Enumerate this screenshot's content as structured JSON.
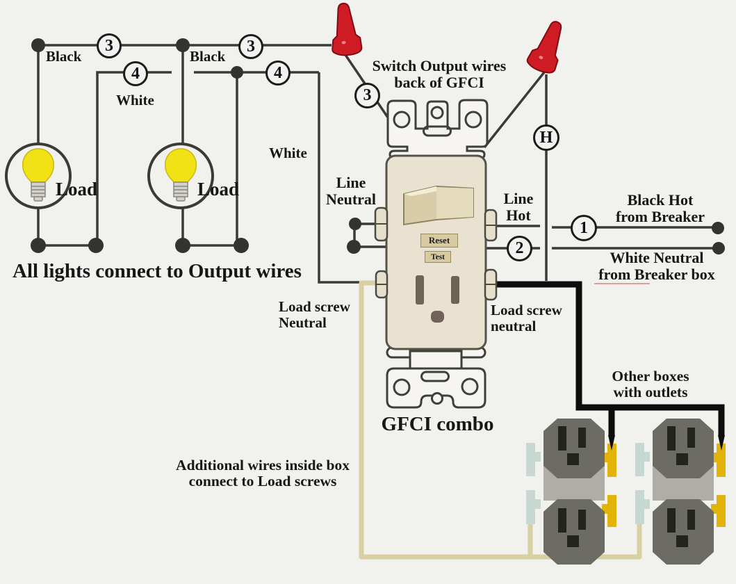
{
  "labels": {
    "black_left": "Black",
    "black_mid": "Black",
    "white_left": "White",
    "white_mid": "White",
    "load_left": "Load",
    "load_right": "Load",
    "all_lights": "All lights connect to Output wires",
    "switch_output_1": "Switch Output wires",
    "switch_output_2": "back of GFCI",
    "line_neutral_1": "Line",
    "line_neutral_2": "Neutral",
    "line_hot_1": "Line",
    "line_hot_2": "Hot",
    "black_hot_1": "Black Hot",
    "black_hot_2": "from Breaker",
    "white_neutral_1": "White Neutral",
    "white_neutral_2": "from Breaker box",
    "load_screw_left_1": "Load screw",
    "load_screw_left_2": "Neutral",
    "load_screw_right_1": "Load screw",
    "load_screw_right_2": "neutral",
    "gfci_combo": "GFCI combo",
    "additional_1": "Additional wires inside box",
    "additional_2": "connect to Load screws",
    "other_boxes_1": "Other boxes",
    "other_boxes_2": "with outlets"
  },
  "badges": {
    "three_left": "3",
    "four_left": "4",
    "three_mid": "3",
    "four_mid": "4",
    "three_gfci": "3",
    "hot": "H",
    "one": "1",
    "two": "2"
  },
  "gfci": {
    "reset_label": "Reset",
    "test_label": "Test"
  },
  "colors": {
    "background": "#f1f1ee",
    "wire_dark": "#3b3a36",
    "wire_thick_black": "#0d0d0d",
    "wire_beige": "#d8d0a2",
    "wire_nut_red": "#ce1b24",
    "bulb_yellow": "#f0e215",
    "gfci_body": "#e9e2d1",
    "toggle_tan": "#d9cda9",
    "button_tan": "#d8cba1",
    "outlet_dark_gray": "#6c6c65",
    "outlet_light_gray": "#aeaea6",
    "brass_screw": "#e2b40a",
    "silver_screw": "#c7d7d1"
  }
}
